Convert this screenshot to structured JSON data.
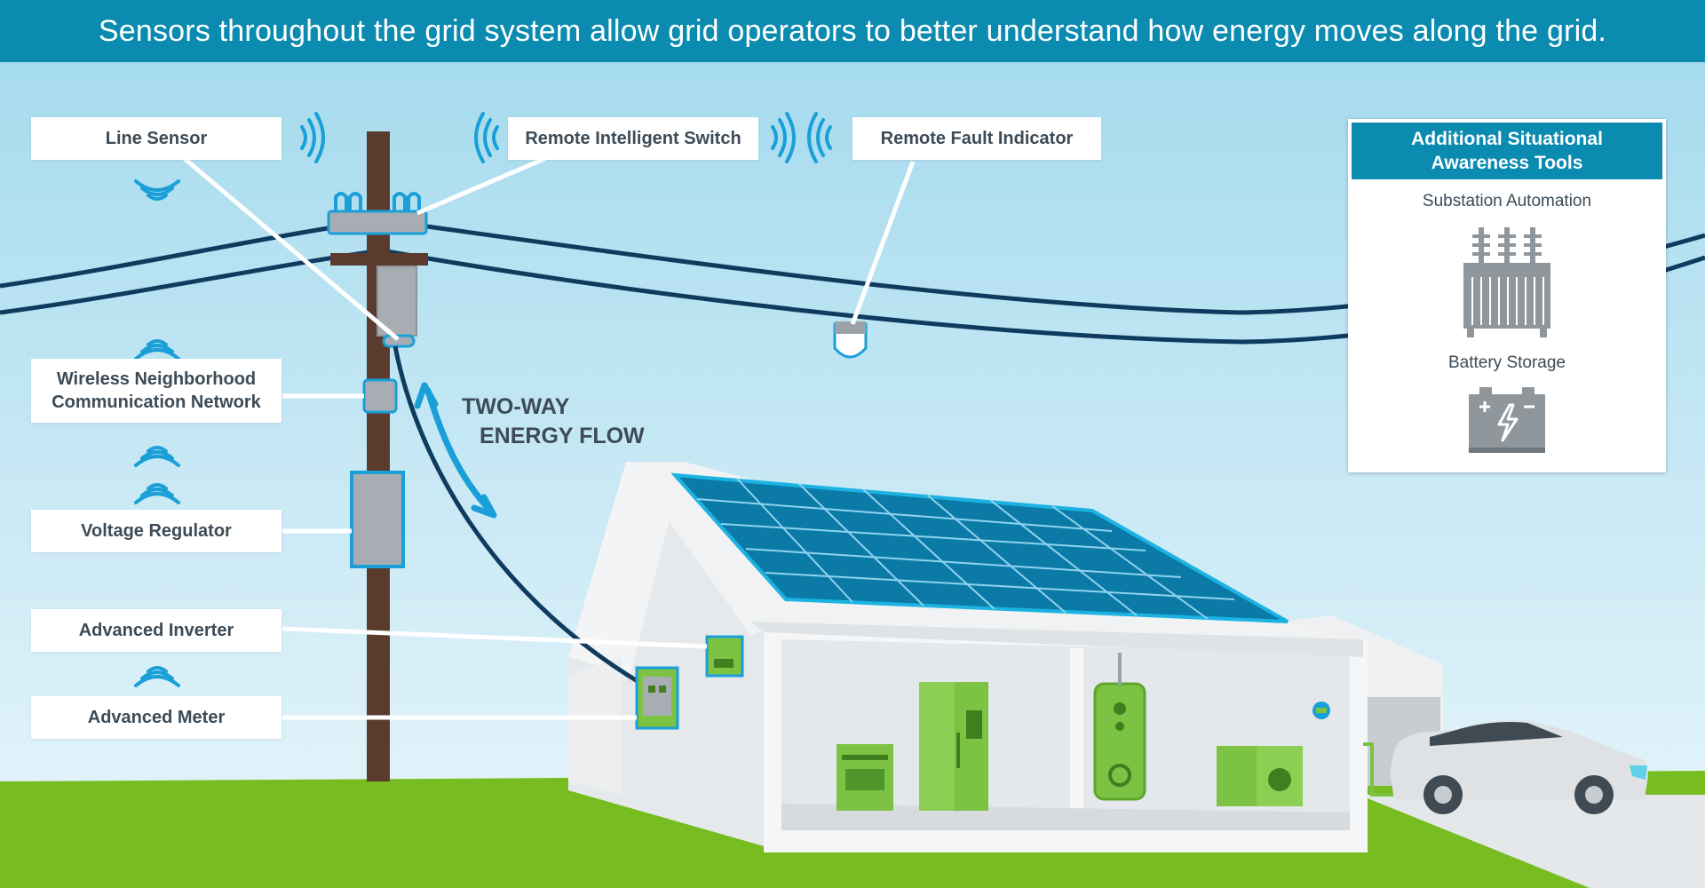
{
  "headline": "Sensors throughout the grid system allow grid operators to better understand how energy moves along the grid.",
  "labels": {
    "line_sensor": "Line Sensor",
    "remote_switch": "Remote Intelligent Switch",
    "remote_fault": "Remote Fault Indicator",
    "wireless_line1": "Wireless Neighborhood",
    "wireless_line2": "Communication Network",
    "voltage_regulator": "Voltage Regulator",
    "advanced_inverter": "Advanced Inverter",
    "advanced_meter": "Advanced Meter"
  },
  "energy_flow": {
    "line1": "TWO-WAY",
    "line2": "ENERGY FLOW"
  },
  "awareness_panel": {
    "title_line1": "Additional Situational",
    "title_line2": "Awareness Tools",
    "item1": "Substation Automation",
    "item2": "Battery Storage"
  },
  "colors": {
    "header_blue": "#0b8bb0",
    "sky_top": "#a9dcef",
    "grass_green": "#77bc21",
    "pole_brown": "#5a3b2e",
    "line_navy": "#0f3b5f",
    "signal_blue": "#1a9fd8",
    "appliance_green": "#7cc243",
    "text_gray": "#3d4b56"
  },
  "icons": [
    "wifi-signal-icon",
    "transformer-icon",
    "battery-icon",
    "solar-panel-icon",
    "electric-car-icon"
  ]
}
